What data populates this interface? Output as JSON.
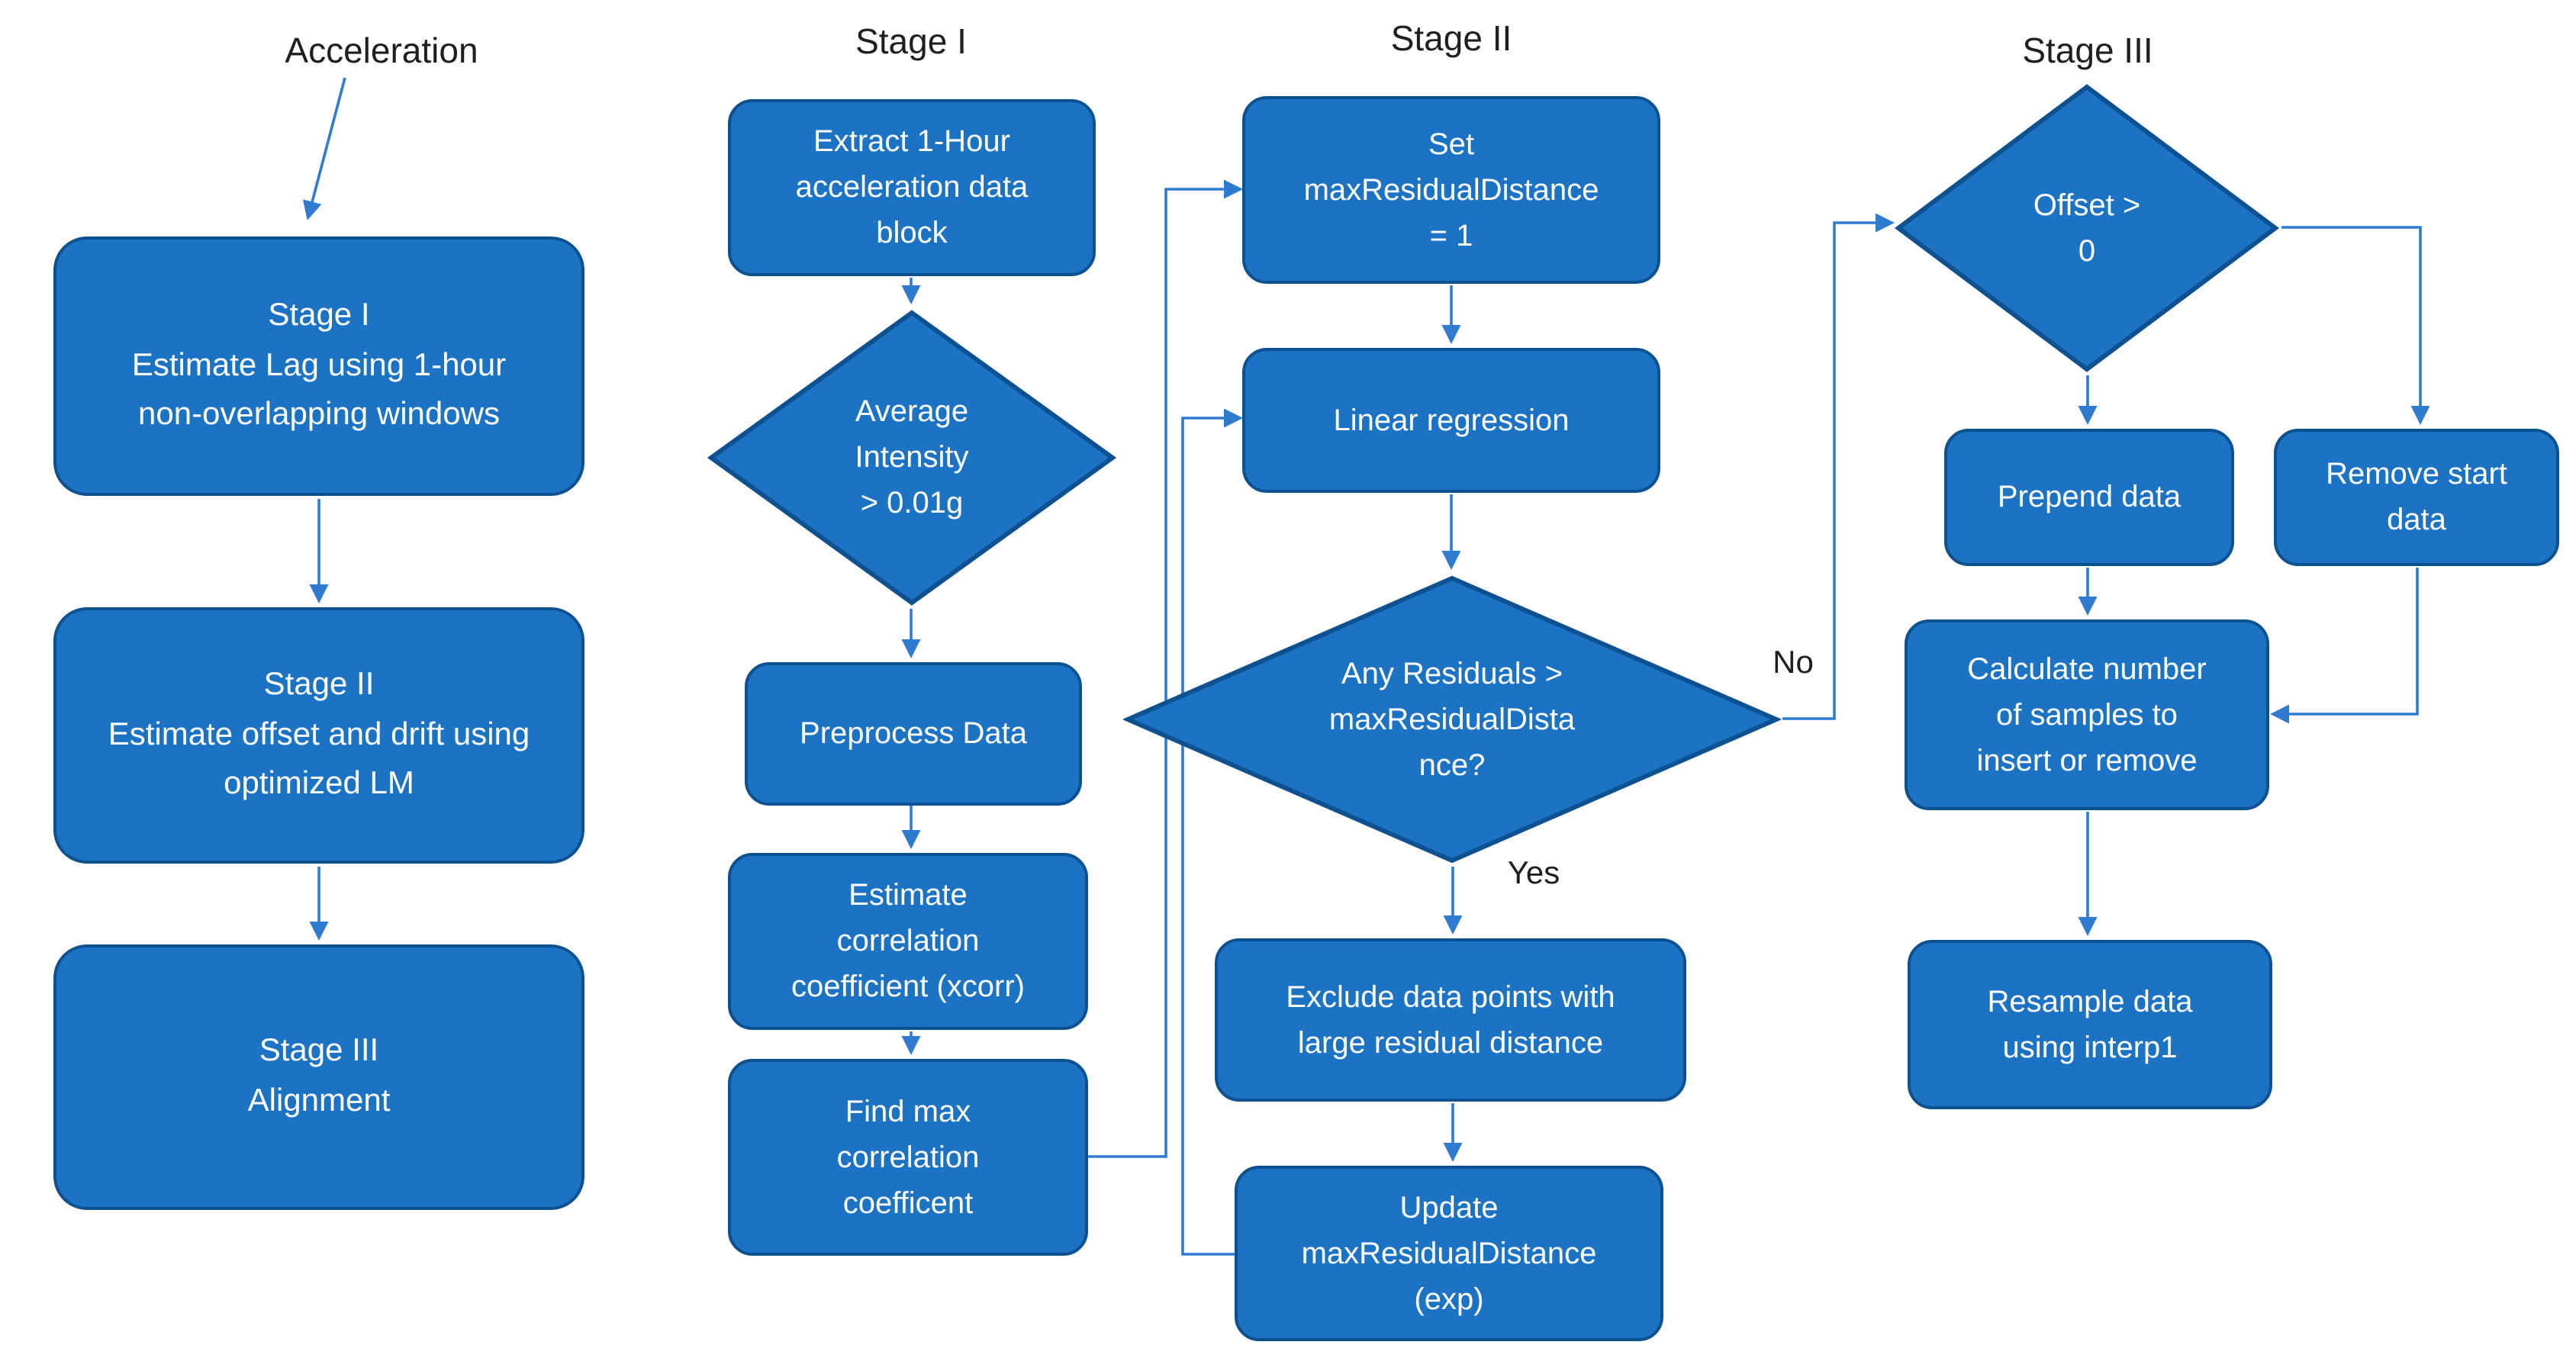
{
  "diagram": {
    "annotations": {
      "acceleration": "Acceleration",
      "no": "No",
      "yes": "Yes"
    },
    "headers": {
      "stage1": "Stage I",
      "stage2": "Stage II",
      "stage3": "Stage III"
    },
    "overview": {
      "stage1_box": "Stage I\nEstimate Lag using 1-hour\nnon-overlapping windows",
      "stage2_box": "Stage II\nEstimate offset and drift using\noptimized LM",
      "stage3_box": "Stage III\nAlignment"
    },
    "stage1": {
      "extract": "Extract 1-Hour\nacceleration data\nblock",
      "avg_intensity": "Average\nIntensity\n> 0.01g",
      "preprocess": "Preprocess Data",
      "estimate_corr": "Estimate\ncorrelation\ncoefficient (xcorr)",
      "find_max": "Find max\ncorrelation\ncoefficent"
    },
    "stage2": {
      "set_mrd": "Set\nmaxResidualDistance\n= 1",
      "linear_regression": "Linear regression",
      "any_residuals": "Any Residuals >\nmaxResidualDista\nnce?",
      "exclude": "Exclude data points with\nlarge residual distance",
      "update_mrd": "Update\nmaxResidualDistance\n(exp)"
    },
    "stage3": {
      "offset": "Offset >\n0",
      "prepend": "Prepend data",
      "remove_start": "Remove start\ndata",
      "calc_samples": "Calculate number\nof samples to\ninsert or remove",
      "resample": "Resample data\nusing interp1"
    },
    "colors": {
      "shape_fill": "#1c73c4",
      "shape_border": "#0d5190",
      "connector": "#2e7bd0",
      "text_on_shape": "#ffffff",
      "text_label": "#1f1f1f"
    }
  }
}
